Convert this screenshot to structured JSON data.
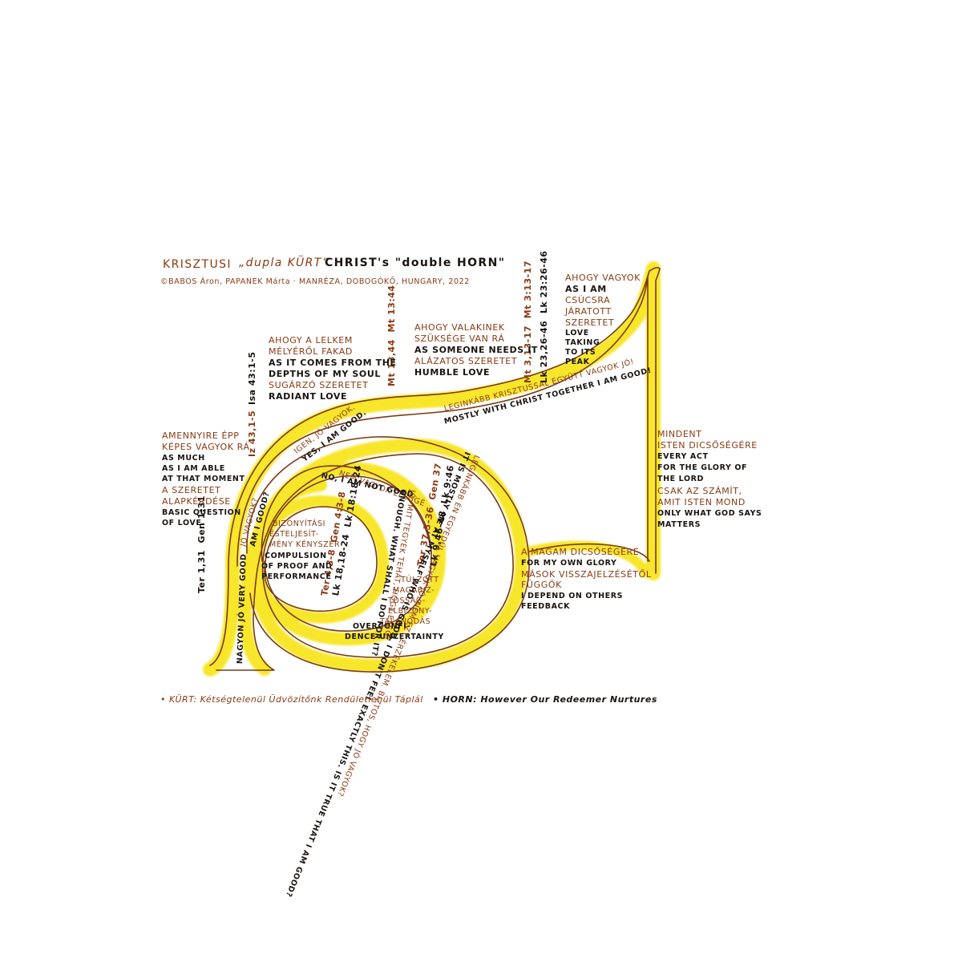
{
  "title": {
    "hu_prefix": "KRISZTUSI",
    "hu_horn": "„dupla KÜRT”",
    "en": "CHRIST's \"double HORN\"",
    "credit": "©BABOS Áron, PAPANEK Márta · MANRÉZA, DOBOGÓKŐ, HUNGARY, 2022"
  },
  "refs": {
    "gen131": "Ter 1,31  Gen 1:31",
    "iz43": "Iz 43,1-5",
    "isa43": "Isa 43:1-5",
    "mt1344": "Mt 13,44  Mt 13:44",
    "mt313": "Mt 3,13-17  Mt 3:13-17",
    "lk2326": "Lk 23,26-46  Lk 23:26-46",
    "ter43": "Ter 4,3-8  Gen 4:3-8",
    "lk1818": "Lk 18,18-24  Lk 18:18-24",
    "ter37": "Ter 37,3-36  Gen 37",
    "lk946": "Lk 9,46-48  Lk 9:46"
  },
  "blocks": {
    "ahogy_lelkem": {
      "hu1": "AHOGY A LELKEM",
      "hu2": "MÉLYÉRŐL FAKAD",
      "en1": "AS IT COMES FROM THE",
      "en2": "DEPTHS OF MY SOUL",
      "hu3": "SUGÁRZÓ SZERETET",
      "en3": "RADIANT LOVE"
    },
    "ahogy_valakinek": {
      "hu1": "AHOGY VALAKINEK",
      "hu2": "SZÜKSÉGE VAN RÁ",
      "en1": "AS SOMEONE NEEDS IT",
      "hu3": "ALÁZATOS SZERETET",
      "en2": "HUMBLE LOVE"
    },
    "ahogy_vagyok": {
      "hu1": "AHOGY VAGYOK",
      "en1": "AS I AM",
      "hu2": "CSÚCSRA",
      "hu3": "JÁRATOTT",
      "hu4": "SZERETET",
      "en2": "LOVE",
      "en3": "TAKING",
      "en4": "TO ITS",
      "en5": "PEAK"
    },
    "amennyire": {
      "hu1": "AMENNYIRE ÉPP",
      "hu2": "KÉPES VAGYOK RÁ",
      "en1": "AS MUCH",
      "en2": "AS I AM ABLE",
      "en3": "AT THAT MOMENT",
      "hu3": "A SZERETET",
      "hu4": "ALAPKÉRDÉSE",
      "en4": "BASIC QUESTION",
      "en5": "OF LOVE"
    },
    "mindent": {
      "hu1": "MINDENT",
      "hu2": "ISTEN DICSŐSÉGÉRE",
      "en1": "EVERY ACT",
      "en2": "FOR THE GLORY OF",
      "en3": "THE LORD",
      "hu3": "CSAK AZ SZÁMÍT,",
      "hu4": "AMIT ISTEN MOND",
      "en4": "ONLY WHAT GOD SAYS",
      "en5": "MATTERS"
    },
    "magam": {
      "hu1": "A MAGAM DICSŐSÉGÉRE",
      "en1": "FOR MY OWN GLORY",
      "hu2": "MÁSOK VISSZAJELZÉSÉTŐL",
      "hu3": "FÜGGÖK",
      "en2": "I DEPEND ON OTHERS",
      "en3": "FEEDBACK"
    },
    "bizonyitasi": {
      "hu1": "BIZONYÍTÁSI",
      "hu2": "ÉSTELJESÍT-",
      "hu3": "MÉNY KÉNYSZER",
      "en1": "COMPULSION",
      "en2": "OF PROOF AND",
      "en3": "PERFORMANCE"
    },
    "tulzott": {
      "hu1": "TÚLZOTT",
      "hu2": "MAGABIZ-",
      "hu3": "TOSSÁG-",
      "hu4": "ELBIZONY-",
      "hu5": "TALANODÁS",
      "en1": "OVERCONFI-",
      "en2": "DENCE-UNCERTAINTY"
    }
  },
  "tube": {
    "leginkabb_hu": "LEGINKÁBB KRISZTUSSAL EGYÜTT VAGYOK JÓ!",
    "leginkabb_en": "MOSTLY WITH CHRIST TOGETHER I AM GOOD!",
    "igen_hu": "IGEN, JÓ VAGYOK.",
    "igen_en": "YES, I AM GOOD.",
    "jo_hu": "JÓ VAGYOK?",
    "jo_en": "AM I GOOD?",
    "nagyon": "NAGYON JÓ VERY GOOD",
    "nem_hu": "NEM VAGYOK ELÉGGÉ",
    "nem_en": "NO, I AM NOT GOOD",
    "mit_hu": "JÓ. MIT TEGYEK TEHÁT, HOGY ELÉG?",
    "mit_en": "ENOUGH. WHAT SHALL I DO FOR IT?",
    "inner_hu": "LEGINKÁBB ÉN EGYEDÜL VAGYOK JÓ. NEM EZT ÉRZÉKELEM. BIZTOS, HOGY JÓ VAGYOK?",
    "inner_en": "IT IS MOSTLY ME AT MYSELF WHO IS GOOD. I DON'T FEEL EXACTLY THIS. IS IT TRUE THAT I AM GOOD?"
  },
  "footer": {
    "kurt": "• KÜRT: Kétségtelenül Üdvözítőnk Rendületlenül Táplál",
    "horn": "• HORN: However Our Redeemer Nurtures"
  },
  "colors": {
    "outline": "#7a3a14",
    "glow": "#f7e62a",
    "brown_text": "#8a3a12",
    "black_text": "#1a1410"
  }
}
